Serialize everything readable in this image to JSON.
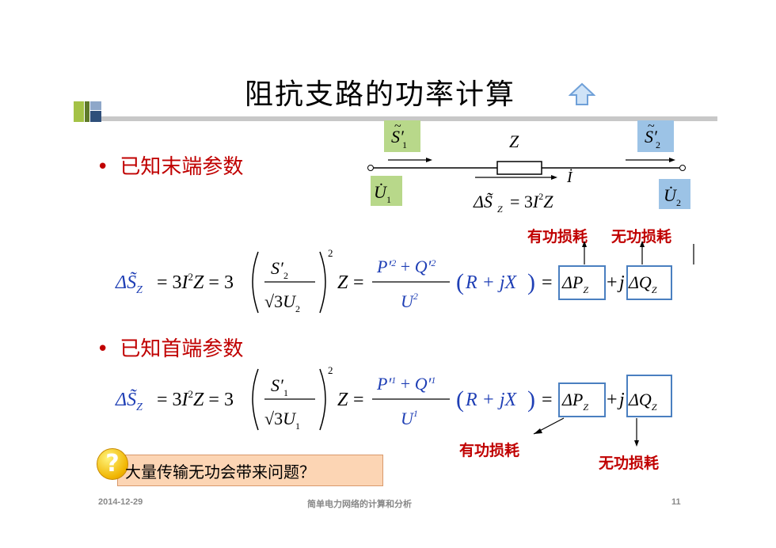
{
  "slide": {
    "title": "阻抗支路的功率计算",
    "bullets": [
      {
        "text": "已知末端参数"
      },
      {
        "text": "已知首端参数"
      }
    ],
    "loss_labels": {
      "active": "有功损耗",
      "reactive": "无功损耗"
    },
    "question": "大量传输无功会带来问题？",
    "question_mark": "?",
    "footer": {
      "date": "2014-12-29",
      "title": "简单电力网络的计算和分析",
      "page": "11"
    },
    "colors": {
      "accent_red": "#c00000",
      "formula_blue": "#1f3fb5",
      "box_blue": "#4a7fc0",
      "green_tag": "#b8d88a",
      "blue_tag": "#9cc3e6",
      "question_bg": "#fcd5b4"
    },
    "icons": [
      "home-arrow-icon",
      "corner-squares-icon",
      "question-icon"
    ]
  }
}
